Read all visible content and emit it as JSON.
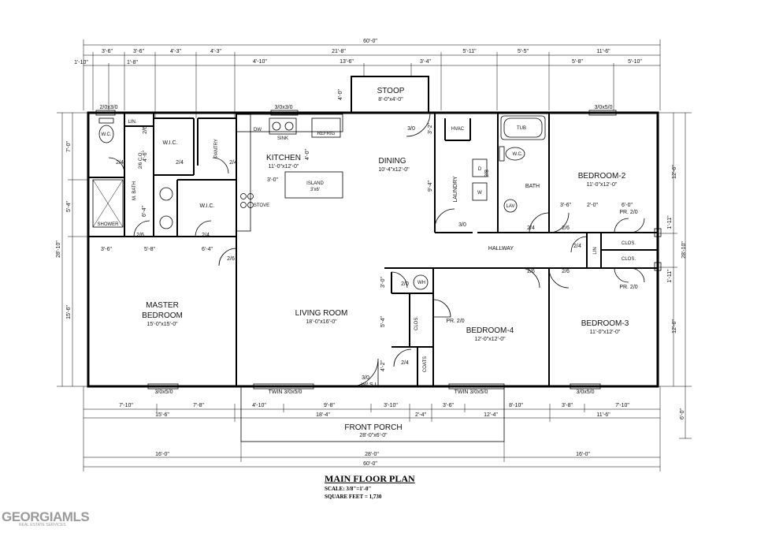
{
  "plan": {
    "title": "MAIN FLOOR PLAN",
    "scale": "SCALE: 3/8\"=1'-0\"",
    "square_feet": "SQUARE FEET = 1,730"
  },
  "logo": {
    "name": "GEORGIAMLS",
    "tagline": "REAL ESTATE SERVICES"
  },
  "rooms": {
    "stoop": {
      "name": "STOOP",
      "size": "8'-0\"x4'-0\""
    },
    "kitchen": {
      "name": "KITCHEN",
      "size": "11'-0\"x12'-0\""
    },
    "dining": {
      "name": "DINING",
      "size": "10'-4\"x12'-0\""
    },
    "bedroom2": {
      "name": "BEDROOM-2",
      "size": "11'-0\"x12'-0\""
    },
    "master": {
      "name1": "MASTER",
      "name2": "BEDROOM",
      "size": "15'-0\"x15'-0\""
    },
    "living": {
      "name": "LIVING ROOM",
      "size": "18'-0\"x16'-0\""
    },
    "bedroom4": {
      "name": "BEDROOM-4",
      "size": "12'-0\"x12'-0\""
    },
    "bedroom3": {
      "name": "BEDROOM-3",
      "size": "11'-0\"x12'-0\""
    },
    "porch": {
      "name": "FRONT PORCH",
      "size": "28'-0\"x6'-0\""
    },
    "island": {
      "name": "ISLAND",
      "size": "3'x6'"
    },
    "hallway": "HALLWAY",
    "laundry": "LAUNDRY",
    "bath": "BATH",
    "mbath": "M. BATH",
    "pantry": "PANTRY",
    "wic1": "W.I.C.",
    "wic2": "W.I.C.",
    "lin1": "LIN.",
    "lin2": "LIN",
    "clos1": "CLOS.",
    "clos2": "CLOS.",
    "clos3": "CLOS.",
    "coats": "COATS",
    "co": "2/6 C.O.",
    "shower": "SHOWER",
    "hvac": "HVAC",
    "tub": "TUB",
    "wc1": "W.C.",
    "wc2": "W.C.",
    "lav": "LAV",
    "wh": "WH",
    "dryer": "D",
    "washer": "W",
    "dw": "DW",
    "sink": "SINK",
    "refrig": "REFRIG",
    "stove": "STOVE"
  },
  "windows": {
    "w_mbath": "2/0x3/0",
    "w_kitchen": "3/0x3/0",
    "w_bed2": "3/0x5/0",
    "w_master": "3/0x5/0",
    "w_living": "TWIN 3/0x5/0",
    "w_bed4": "TWIN 3/0x5/0",
    "w_bed3": "3/0x5/0"
  },
  "doors": {
    "d_stoop": "3/0",
    "d_front": "3/0",
    "d_front_w": "W/ S.L.",
    "d_laundry": "3/0",
    "d_pr_bed2": "PR. 2/0",
    "d_pr_bed4": "PR. 2/0",
    "d_pr_bed3": "PR. 2/0",
    "d_wh": "2/0",
    "d_mbath": "2/4",
    "d_wic1": "2/4",
    "d_pantry": "2/4",
    "d_wic2": "2/4",
    "d_wc": "2/4",
    "d_lav": "2/6",
    "d_master": "2/6",
    "d_bath": "2/4",
    "d_bed2": "2/6",
    "d_lin": "2/4",
    "d_bed4": "2/6",
    "d_bed3": "2/6",
    "d_coats": "2/4",
    "d_28": "2/8",
    "d_26": "2/6"
  },
  "dims": {
    "top_total": "60'-0\"",
    "top_r2": [
      "3'-6\"",
      "3'-6\"",
      "4'-3\"",
      "4'-3\"",
      "21'-8\"",
      "5'-11\"",
      "5'-5\"",
      "11'-6\""
    ],
    "top_r3": [
      "1'-10\"",
      "1'-8\"",
      "4'-10\"",
      "13'-6\"",
      "3'-4\"",
      "5'-8\"",
      "5'-10\""
    ],
    "stoop_depth": "4'-0\"",
    "left_total": "28'-10\"",
    "left_parts": [
      "7'-0\"",
      "5'-4\"",
      "15'-6\""
    ],
    "right_parts": [
      "12'-6\"",
      "1'-11\"",
      "1'-11\"",
      "12'-6\""
    ],
    "right_total": "28'-10\"",
    "porch_depth": "6'-0\"",
    "inner": [
      "3'-6\"",
      "5'-8\"",
      "6'-4\"",
      "3'-0\"",
      "6'-4\"",
      "4'-6\"",
      "3'-2\"",
      "9'-4\"",
      "3'-6\"",
      "2'-0\"",
      "6'-0\"",
      "4'-0\"",
      "3'-0\"",
      "5'-4\"",
      "4'-2\""
    ],
    "bottom_r1": [
      "7'-10\"",
      "7'-8\"",
      "4'-10\"",
      "9'-8\"",
      "3'-10\"",
      "3'-6\"",
      "8'-10\"",
      "3'-8\"",
      "7'-10\""
    ],
    "bottom_r2": [
      "15'-6\"",
      "18'-4\"",
      "2'-4\"",
      "12'-4\"",
      "11'-6\""
    ],
    "bottom_r3": [
      "16'-0\"",
      "28'-0\"",
      "16'-0\""
    ],
    "bottom_total": "60'-0\""
  }
}
